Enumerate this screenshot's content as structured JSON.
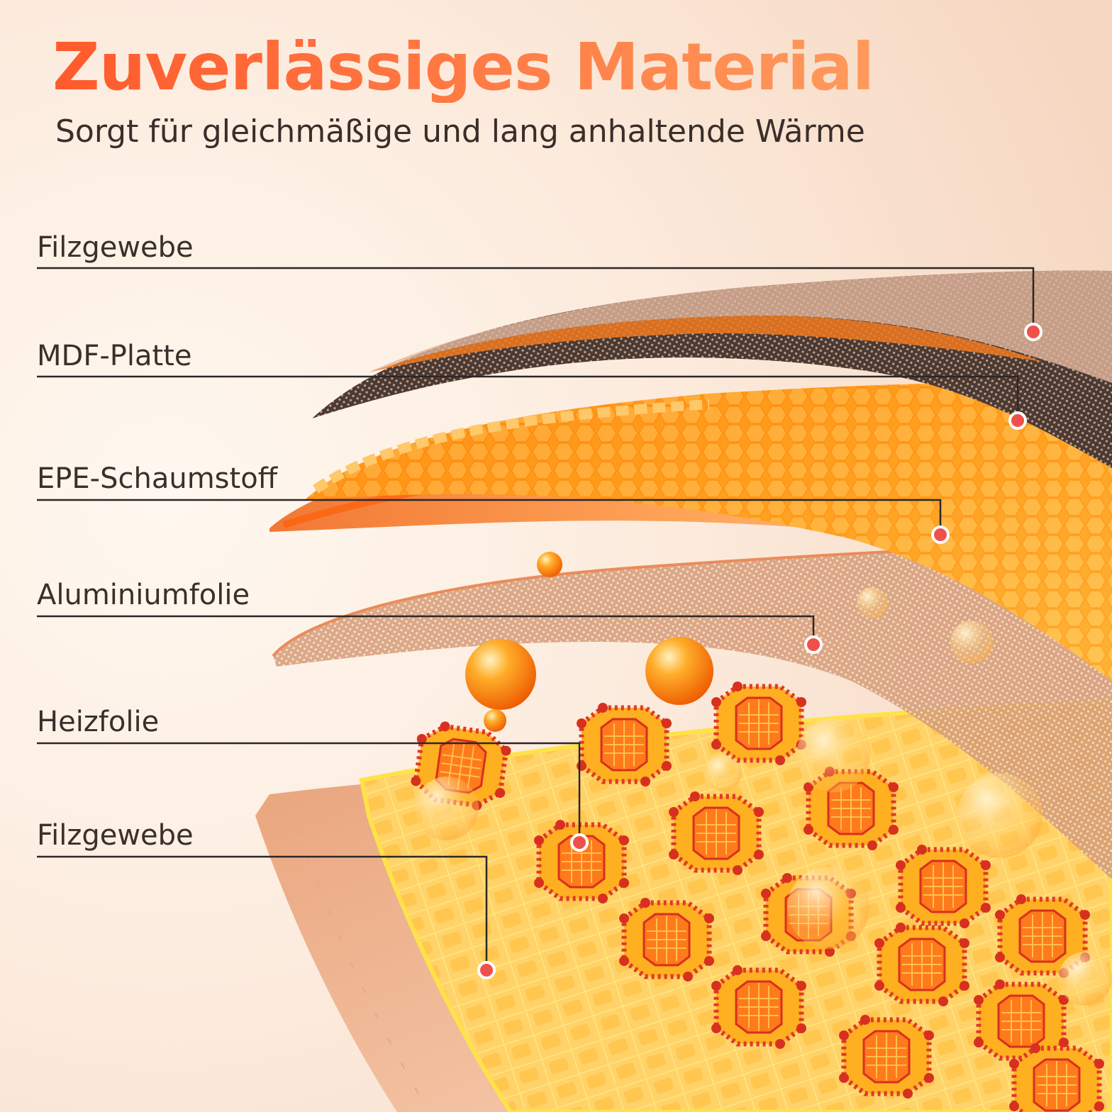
{
  "header": {
    "title": "Zuverlässiges Material",
    "subtitle": "Sorgt für gleichmäßige und lang anhaltende Wärme"
  },
  "layers": [
    {
      "label": "Filzgewebe"
    },
    {
      "label": "MDF-Platte"
    },
    {
      "label": "EPE-Schaumstoff"
    },
    {
      "label": "Aluminiumfolie"
    },
    {
      "label": "Heizfolie"
    },
    {
      "label": "Filzgewebe"
    }
  ],
  "colors": {
    "title_gradient_start": "#ff5a2c",
    "title_gradient_end": "#ff9a5c",
    "subtitle": "#3a2e2a",
    "label_text": "#3b2f2b",
    "callout_line": "#2e2626",
    "callout_dot": "#f0504a",
    "heat_orange": "#ff7a10",
    "heat_yellow": "#ffc21a",
    "heater_red": "#e0382a"
  }
}
